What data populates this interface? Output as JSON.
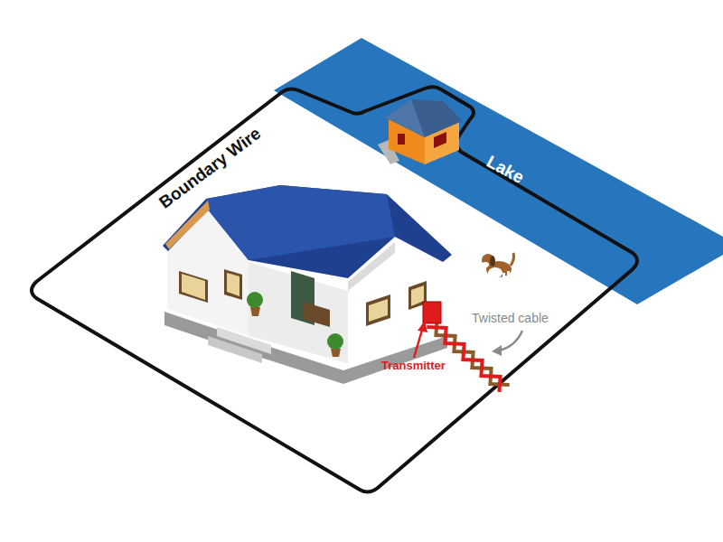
{
  "diagram": {
    "labels": [
      "Boundary Wire",
      "Lake",
      "Twisted cable",
      "Transmitter"
    ]
  }
}
